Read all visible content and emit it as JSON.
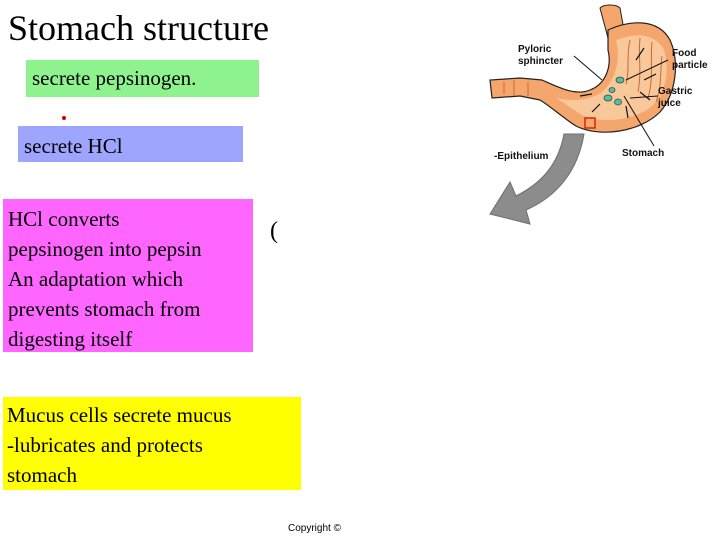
{
  "slide": {
    "title": "Stomach structure",
    "box_pepsinogen": "secrete pepsinogen.",
    "box_hcl": "secrete HCl",
    "box_convert_lines": [
      "HCl converts",
      "pepsinogen into pepsin",
      "An adaptation which",
      "prevents stomach from",
      "digesting itself"
    ],
    "box_mucus_lines": [
      "Mucus cells secrete mucus",
      "-lubricates and protects",
      "stomach"
    ],
    "stray_paren": "(",
    "copyright": "Copyright ©"
  },
  "diagram": {
    "labels": {
      "pyloric_1": "Pyloric",
      "pyloric_2": "sphincter",
      "food_1": "Food",
      "food_2": "particle",
      "gastric_1": "Gastric",
      "gastric_2": "juice",
      "epithelium": "-Epithelium",
      "stomach": "Stomach"
    },
    "colors": {
      "stomach_fill": "#f4a66c",
      "stomach_inner": "#f8c89a",
      "food_particles": "#5fb8a0",
      "arrow_gray": "#8c8c8c",
      "marker_box": "#cc2200"
    }
  },
  "colors": {
    "pepsinogen_box": "#8ef28e",
    "hcl_box": "#9ea5ff",
    "convert_box": "#ff66ff",
    "mucus_box": "#ffff00"
  }
}
